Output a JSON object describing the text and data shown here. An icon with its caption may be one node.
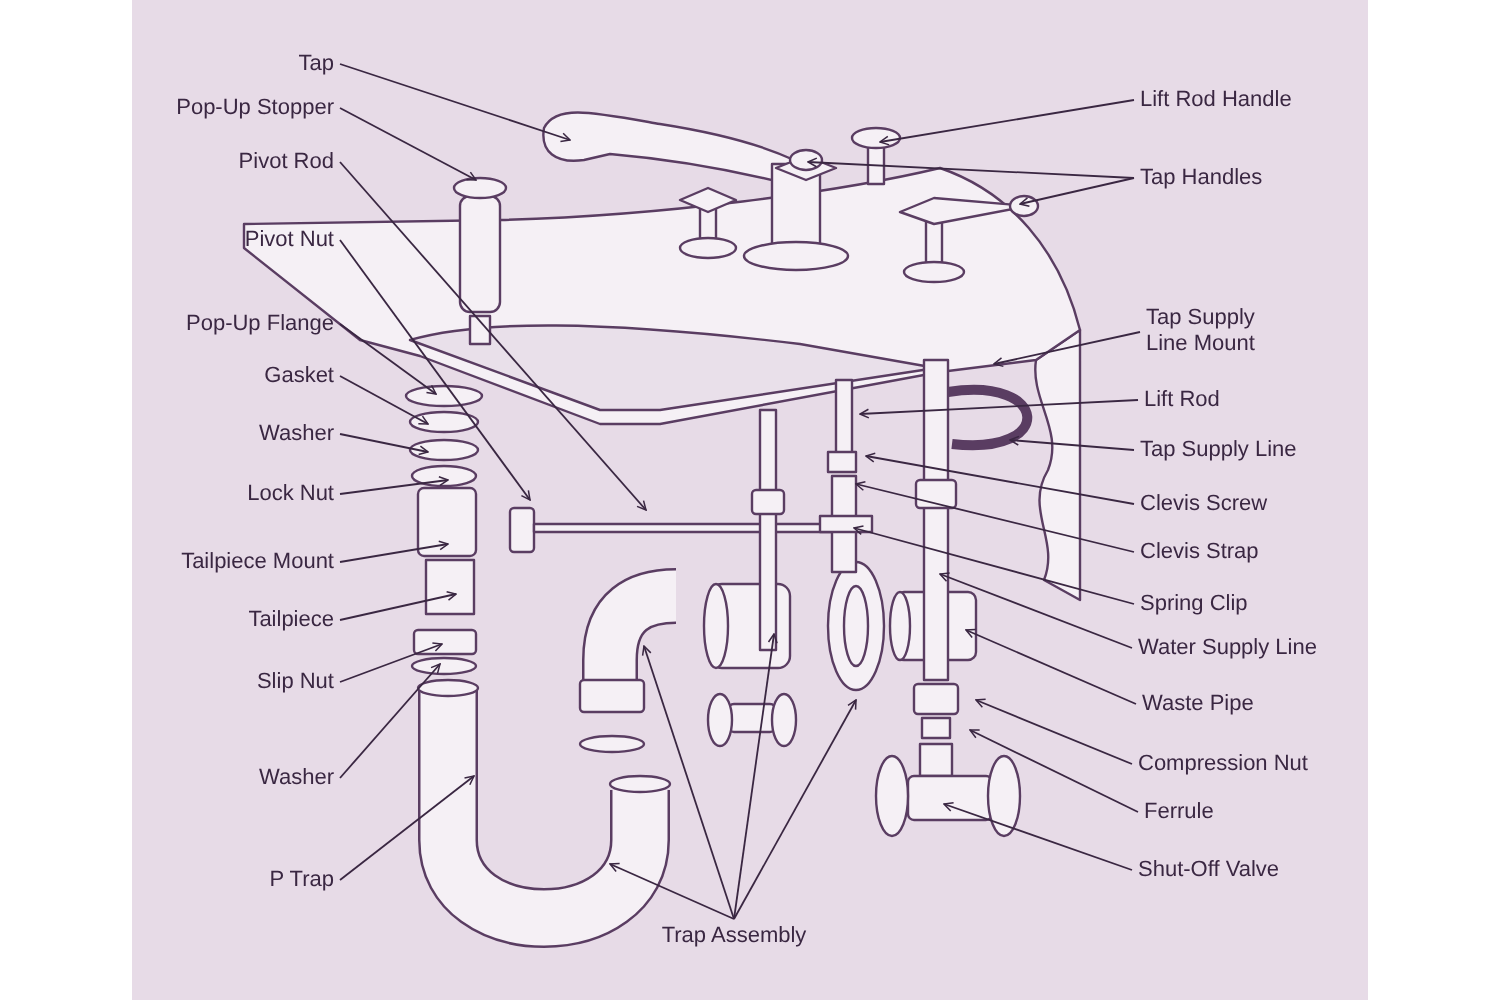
{
  "diagram": {
    "nodes": [
      {
        "text": [
          "Tap"
        ]
      },
      {
        "text": [
          "Pop-Up Stopper"
        ]
      },
      {
        "text": [
          "Pivot Rod"
        ]
      },
      {
        "text": [
          "Pivot Nut"
        ]
      },
      {
        "text": [
          "Pop-Up Flange"
        ]
      },
      {
        "text": [
          "Gasket"
        ]
      },
      {
        "text": [
          "Washer"
        ]
      },
      {
        "text": [
          "Lock Nut"
        ]
      },
      {
        "text": [
          "Tailpiece Mount"
        ]
      },
      {
        "text": [
          "Tailpiece"
        ]
      },
      {
        "text": [
          "Slip Nut"
        ]
      },
      {
        "text": [
          "Washer"
        ]
      },
      {
        "text": [
          "P Trap"
        ]
      },
      {
        "text": [
          "Trap Assembly"
        ]
      },
      {
        "text": [
          "Lift Rod Handle"
        ]
      },
      {
        "text": [
          "Tap Handles"
        ]
      },
      {
        "text": [
          "Tap Supply Line Mount"
        ]
      },
      {
        "text": [
          "Lift Rod"
        ]
      },
      {
        "text": [
          "Tap Supply Line"
        ]
      },
      {
        "text": [
          "Clevis Screw"
        ]
      },
      {
        "text": [
          "Clevis Strap"
        ]
      },
      {
        "text": [
          "Spring Clip"
        ]
      },
      {
        "text": [
          "Water Supply Line"
        ]
      },
      {
        "text": [
          "Waste Pipe"
        ]
      },
      {
        "text": [
          "Compression Nut"
        ]
      },
      {
        "text": [
          "Ferrule"
        ]
      },
      {
        "text": [
          "Shut-Off Valve"
        ]
      }
    ],
    "edges": [
      {
        "from": 0,
        "to": null,
        "arrow": "to"
      },
      {
        "from": 1,
        "to": null,
        "arrow": "to"
      },
      {
        "from": 2,
        "to": null,
        "arrow": "to"
      },
      {
        "from": 3,
        "to": null,
        "arrow": "to"
      },
      {
        "from": 4,
        "to": null,
        "arrow": "to"
      },
      {
        "from": 5,
        "to": null,
        "arrow": "to"
      },
      {
        "from": 6,
        "to": null,
        "arrow": "to"
      },
      {
        "from": 7,
        "to": null,
        "arrow": "to"
      },
      {
        "from": 8,
        "to": null,
        "arrow": "to"
      },
      {
        "from": 9,
        "to": null,
        "arrow": "to"
      },
      {
        "from": 10,
        "to": null,
        "arrow": "to"
      },
      {
        "from": 11,
        "to": null,
        "arrow": "to"
      },
      {
        "from": 12,
        "to": null,
        "arrow": "to"
      },
      {
        "from": 13,
        "to": null,
        "arrow": "to"
      },
      {
        "from": 13,
        "to": null,
        "arrow": "to"
      },
      {
        "from": 13,
        "to": null,
        "arrow": "to"
      },
      {
        "from": 13,
        "to": null,
        "arrow": "to"
      },
      {
        "from": 14,
        "to": null,
        "arrow": "to"
      },
      {
        "from": 15,
        "to": null,
        "arrow": "to"
      },
      {
        "from": 15,
        "to": null,
        "arrow": "to"
      },
      {
        "from": 16,
        "to": null,
        "arrow": "to"
      },
      {
        "from": 17,
        "to": null,
        "arrow": "to"
      },
      {
        "from": 18,
        "to": null,
        "arrow": "to"
      },
      {
        "from": 19,
        "to": null,
        "arrow": "to"
      },
      {
        "from": 20,
        "to": null,
        "arrow": "to"
      },
      {
        "from": 21,
        "to": null,
        "arrow": "to"
      },
      {
        "from": 22,
        "to": null,
        "arrow": "to"
      },
      {
        "from": 23,
        "to": null,
        "arrow": "to"
      },
      {
        "from": 24,
        "to": null,
        "arrow": "to"
      },
      {
        "from": 25,
        "to": null,
        "arrow": "to"
      },
      {
        "from": 26,
        "to": null,
        "arrow": "to"
      }
    ]
  }
}
